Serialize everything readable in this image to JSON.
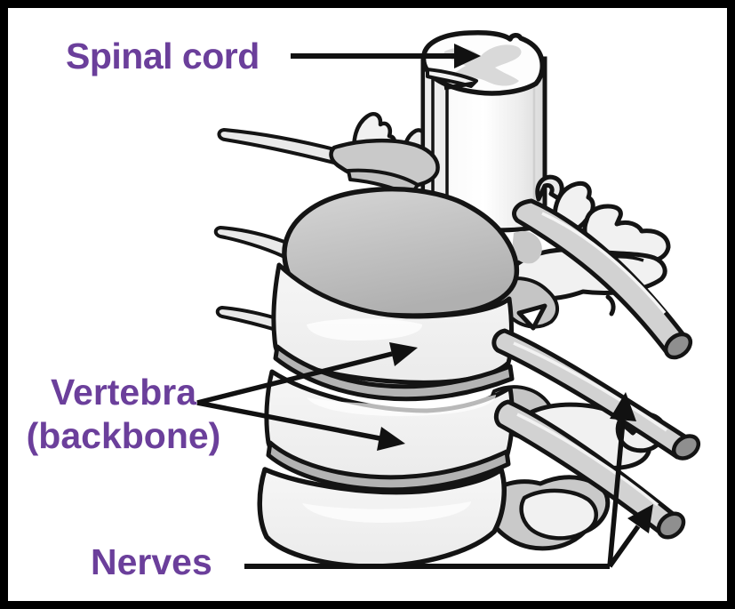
{
  "figure": {
    "type": "anatomical-diagram",
    "subject": "Spinal cord, vertebrae and spinal nerves",
    "labels": {
      "spinal_cord": "Spinal cord",
      "vertebra_line1": "Vertebra",
      "vertebra_line2": "(backbone)",
      "nerves": "Nerves"
    },
    "annotation": {
      "spinal_cord_arrows": 1,
      "vertebra_arrows": 2,
      "nerves_arrows": 2
    },
    "colors": {
      "background": "#ffffff",
      "border": "#000000",
      "label_text": "#6b3f9b",
      "outline": "#141414",
      "cord_fill": "#fdfdfd",
      "gray_matter": "#d9d9d9",
      "vertebra_top_face": "#c2c2c2",
      "vertebral_body": "#f2f2f2",
      "disc": "#b3b3b3",
      "nerve_tube": "#d2d2d2",
      "nerve_end": "#8f8f8f",
      "bone": "#f1f1f1",
      "bone_shadow": "#c8c8c8",
      "thin_nerve": "#e9e9e9"
    }
  }
}
